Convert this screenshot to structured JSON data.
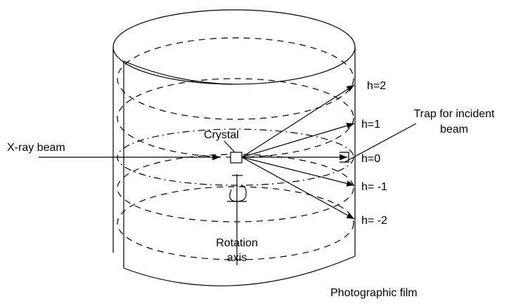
{
  "labels": {
    "xray_beam": "X-ray beam",
    "crystal": "Crystal",
    "rotation_axis_line1": "Rotation",
    "rotation_axis_line2": "axis",
    "trap_line1": "Trap for incident",
    "trap_line2": "beam",
    "photographic_film": "Photographic film"
  },
  "layer_lines": [
    {
      "label": "h=2"
    },
    {
      "label": "h=1"
    },
    {
      "label": "h=0"
    },
    {
      "label": "h= -1"
    },
    {
      "label": "h= -2"
    }
  ]
}
